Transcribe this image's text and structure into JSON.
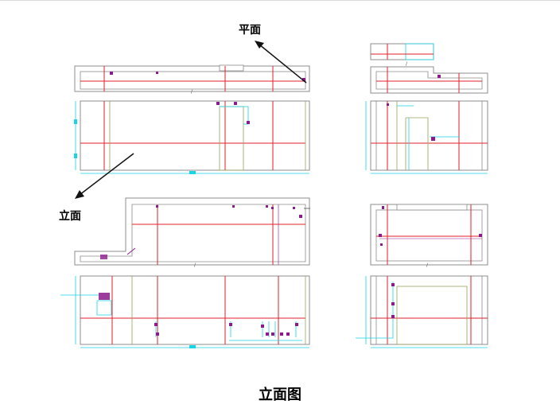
{
  "labels": {
    "plan": "平面",
    "elevation": "立面"
  },
  "caption": "立面图",
  "colors": {
    "wall": "#8c8c8c",
    "axis": "#e2202a",
    "dimension": "#19d3e6",
    "fixture": "#8b1a8b",
    "olive": "#9aa35a",
    "arrow": "#111111"
  }
}
